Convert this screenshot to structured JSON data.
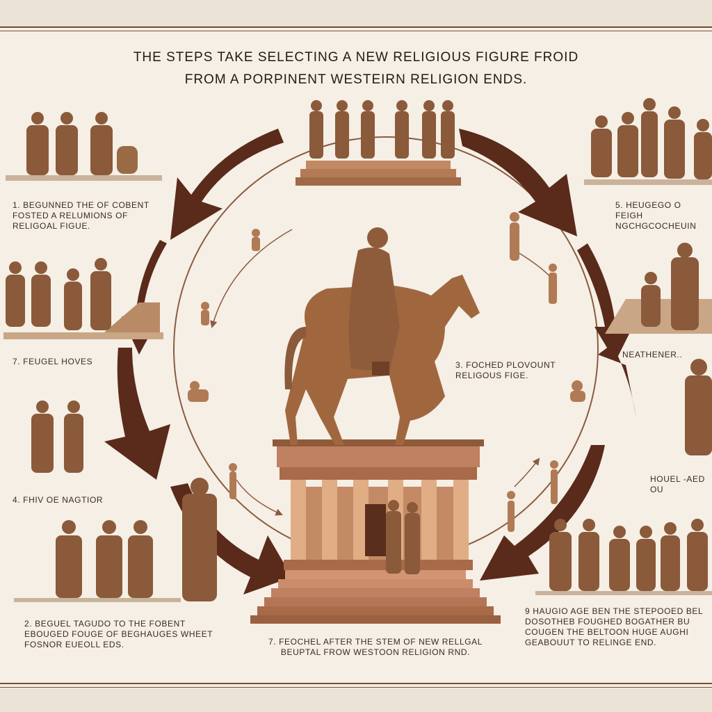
{
  "title": {
    "line1": "THE STEPS TAKE SELECTING A NEW RELIGIOUS FIGURE FROID",
    "line2": "FROM A PORPINENT WESTEIRN RELIGION ENDS."
  },
  "labels": [
    "1. BEGUNNED THE OF COBENT FOSTED A RELUMIONS OF RELIGOAL FIGUE.",
    "7. FEUGEL HOVES",
    "4. FHIV OE NAGTIOR",
    "2. BEGUEL TAGUDO TO THE FOBENT EBOUGED FOUGE OF BEGHAUGES WHEET FOSNOR EUEOLL EDS.",
    "7. FEOCHEL AFTER THE STEM OF NEW RELLGAL BEUPTAL FROW WESTOON RELIGION RND.",
    "3. FOCHED PLOVOUNT RELIGOUS FIGE.",
    "5. HEUGEGO O FEIGH NGCHGCOCHEUIN",
    "NEATHENER..",
    "HOUEL -AED OU",
    "9 HAUGIO AGE BEN THE STEPOOED BEL DOSOTHEB FOUGHED BOGATHER BU COUGEN THE BELTOON HUGE AUGHI GEABOUUT TO RELINGE END."
  ]
}
